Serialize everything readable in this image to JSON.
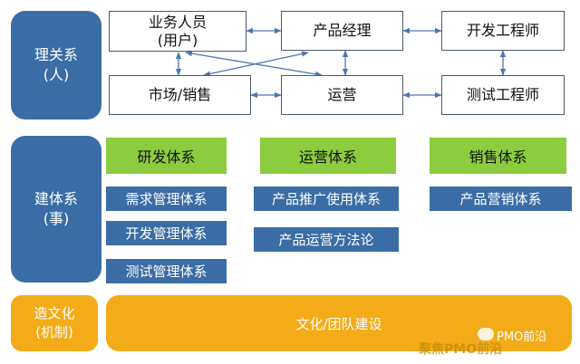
{
  "rows": {
    "manage_relations": {
      "label_line1": "理关系",
      "label_line2": "(人)"
    },
    "build_systems": {
      "label_line1": "建体系",
      "label_line2": "(事)"
    },
    "culture": {
      "label_line1": "造文化",
      "label_line2": "(机制)"
    }
  },
  "relations": {
    "biz_user_line1": "业务人员",
    "biz_user_line2": "(用户)",
    "product_manager": "产品经理",
    "dev_engineer": "开发工程师",
    "market_sales": "市场/销售",
    "operations": "运营",
    "test_engineer": "测试工程师"
  },
  "systems": {
    "rd": {
      "title": "研发体系",
      "items": [
        "需求管理体系",
        "开发管理体系",
        "测试管理体系"
      ]
    },
    "ops": {
      "title": "运营体系",
      "items": [
        "产品推广使用体系",
        "产品运营方法论"
      ]
    },
    "sales": {
      "title": "销售体系",
      "items": [
        "产品营销体系"
      ]
    }
  },
  "culture_main": "文化/团队建设",
  "watermark": {
    "text1": "PMO前沿",
    "text2": "聚焦PMO前沿"
  },
  "colors": {
    "blue": "#3a6da5",
    "green": "#8ccc3f",
    "orange": "#f3ac17",
    "arrow": "#4a78b0"
  }
}
